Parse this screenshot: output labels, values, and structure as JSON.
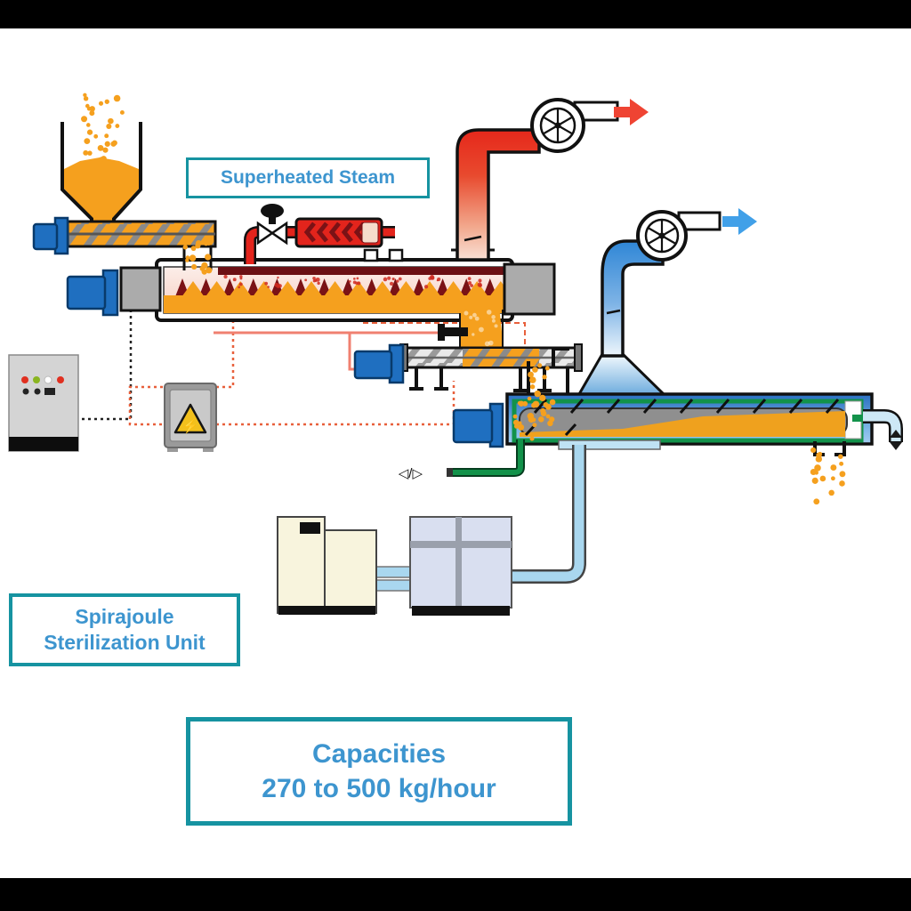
{
  "labels": {
    "superheated_steam": "Superheated Steam",
    "unit_name": {
      "line1": "Spirajoule",
      "line2": "Sterilization Unit"
    },
    "capacities": {
      "line1": "Capacities",
      "line2": "270 to 500 kg/hour"
    }
  },
  "symbols": {
    "flow_valve": "◁/▷",
    "warning_bolt": "⚡"
  },
  "colors": {
    "label_border_teal": "#1693a1",
    "label_text_blue": "#3d95cf",
    "material_orange": "#f5a01e",
    "hot_red": "#e3241c",
    "dark_red": "#7a1216",
    "cool_blue": "#2f86d6",
    "pipe_green": "#12924a",
    "motor_blue": "#1f6fc0",
    "metal_gray": "#ababab",
    "letterbox_black": "#000000"
  },
  "icons": {
    "exhaust_fan": "centrifugal-fan",
    "cooling_fan": "centrifugal-fan",
    "hot_air_arrow": "arrow-right-red",
    "cool_air_arrow": "arrow-right-blue",
    "electrical_warning": "warning-triangle-bolt",
    "drain": "double-triangle-drain"
  }
}
